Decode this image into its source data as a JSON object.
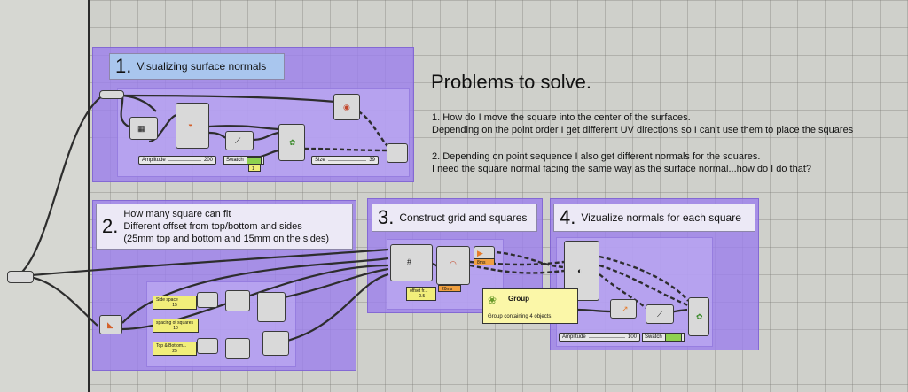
{
  "groups": {
    "g1": {
      "number": "1.",
      "title": "Visualizing surface normals"
    },
    "g2": {
      "number": "2.",
      "title_lines": [
        "How many square can fit",
        "Different offset from top/bottom and sides",
        "(25mm top and bottom and 15mm on the sides)"
      ]
    },
    "g3": {
      "number": "3.",
      "title": "Construct grid and squares"
    },
    "g4": {
      "number": "4.",
      "title": "Vizualize normals for each square"
    }
  },
  "problems": {
    "heading": "Problems to solve.",
    "p1_line1": "1. How do I move the square into the center of the surfaces.",
    "p1_line2": "Depending on the point order I get different UV directions so I can't use them to place the squares",
    "p2_line1": "2. Depending on point sequence I also get different normals for the squares.",
    "p2_line2": "I need the square normal facing the same way as the surface normal...how do I do that?"
  },
  "controls": {
    "amplitude1": {
      "label": "Amplitude",
      "value": "200"
    },
    "swatch1": {
      "label": "Swatch",
      "color": "#8fd14f"
    },
    "size": {
      "label": "Size",
      "value": "39"
    },
    "panel_small": "1",
    "side_space": {
      "label": "Side space",
      "value": "15"
    },
    "spacing": {
      "label": "spacing of squares",
      "value": "10"
    },
    "top_bottom": {
      "label": "Top & Bottom...",
      "value": "25"
    },
    "offset": {
      "label": "offset fr...",
      "value": "-0.5"
    },
    "offset_val": "20ms",
    "rms": "8ms",
    "amplitude2": {
      "label": "Amplitude",
      "value": "100"
    },
    "swatch2": {
      "label": "Swatch",
      "color": "#8fd14f"
    }
  },
  "tooltip": {
    "title": "Group",
    "body": "Group containing 4 objects."
  }
}
